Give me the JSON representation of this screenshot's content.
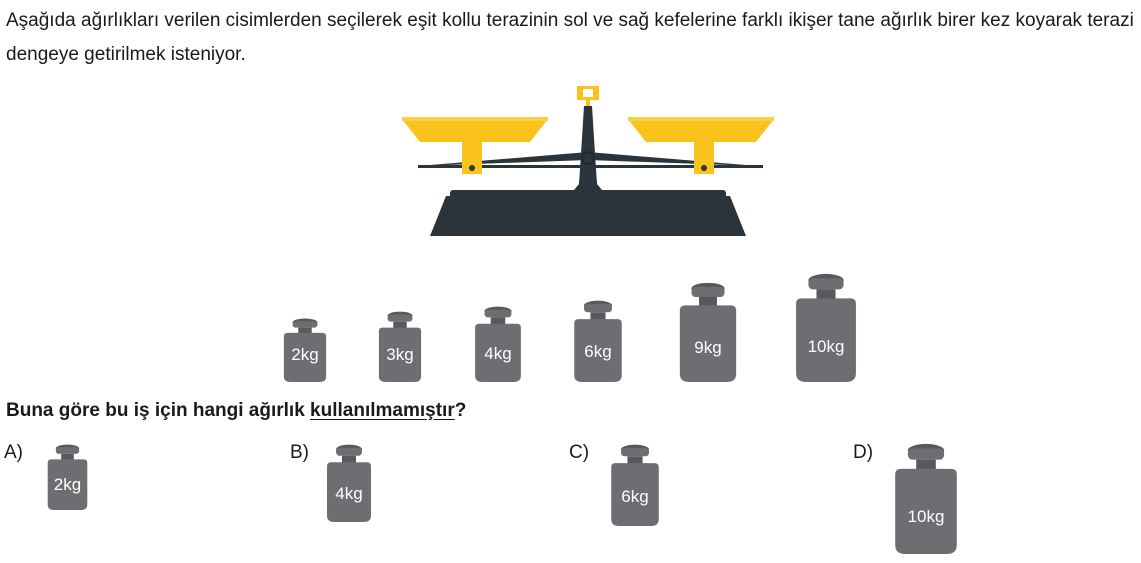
{
  "question": {
    "intro": "Aşağıda ağırlıkları verilen cisimlerden seçilerek eşit kollu terazinin sol ve sağ kefelerine farklı ikişer tane ağırlık birer kez koyarak terazi dengeye getirilmek isteniyor.",
    "prompt_before": "Buna göre bu iş için hangi ağırlık ",
    "prompt_underlined": "kullanılmamıştır",
    "prompt_after": "?"
  },
  "weights": [
    "2kg",
    "3kg",
    "4kg",
    "6kg",
    "9kg",
    "10kg"
  ],
  "options": [
    {
      "letter": "A)",
      "weight": "2kg"
    },
    {
      "letter": "B)",
      "weight": "4kg"
    },
    {
      "letter": "C)",
      "weight": "6kg"
    },
    {
      "letter": "D)",
      "weight": "10kg"
    }
  ],
  "colors": {
    "weight": "#6d6e71",
    "weight_dark": "#58595b",
    "pan": "#f9c31c",
    "scale_body": "#2b333b"
  },
  "icons": {
    "scale": "balance-scale-icon",
    "weight": "kettlebell-weight-icon"
  }
}
